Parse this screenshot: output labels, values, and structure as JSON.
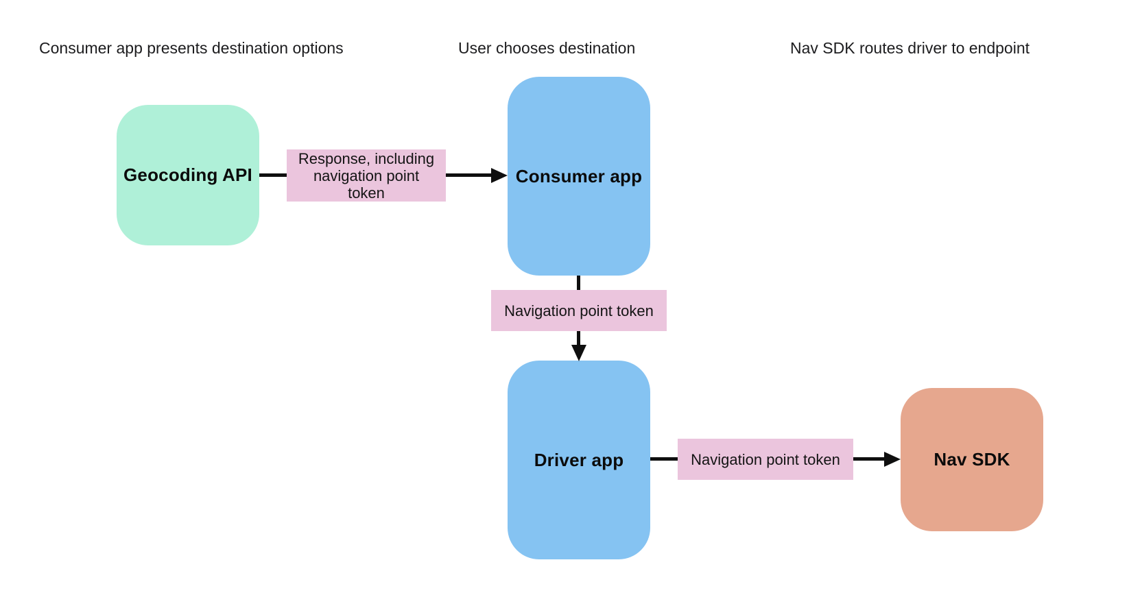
{
  "diagram": {
    "background_color": "#ffffff",
    "colors": {
      "node_green": "#AFF0D8",
      "node_blue": "#85C3F2",
      "node_orange": "#E6A78E",
      "edge_label_pink": "#EBC5DD",
      "connector_black": "#0f0f0f",
      "text_dark": "#1c1c1e"
    },
    "stage_headers": [
      {
        "label": "Consumer app presents destination options"
      },
      {
        "label": "User chooses destination"
      },
      {
        "label": "Nav SDK routes driver to endpoint"
      }
    ],
    "nodes": [
      {
        "id": "geocoding-api",
        "label": "Geocoding API",
        "color": "#AFF0D8"
      },
      {
        "id": "consumer-app",
        "label": "Consumer app",
        "color": "#85C3F2"
      },
      {
        "id": "driver-app",
        "label": "Driver app",
        "color": "#85C3F2"
      },
      {
        "id": "nav-sdk",
        "label": "Nav SDK",
        "color": "#E6A78E"
      }
    ],
    "edge_labels": [
      {
        "id": "response-including-token",
        "label": "Response, including navigation point token",
        "from": "geocoding-api",
        "to": "consumer-app"
      },
      {
        "id": "navigation-point-token-1",
        "label": "Navigation point token",
        "from": "consumer-app",
        "to": "driver-app"
      },
      {
        "id": "navigation-point-token-2",
        "label": "Navigation point token",
        "from": "driver-app",
        "to": "nav-sdk"
      }
    ]
  }
}
